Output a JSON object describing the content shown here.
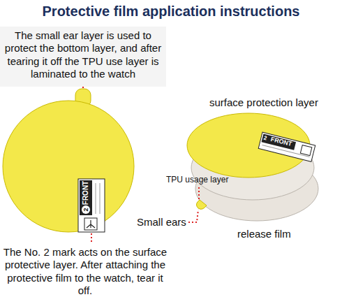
{
  "diagram": {
    "title": "Protective film application instructions",
    "labels": [
      "The small ear layer is used to protect the bottom layer, and after tearing it off the TPU use layer is laminated to the watch",
      "The No. 2 mark acts on the surface protective layer. After attaching the protective film to the watch, tear it off.",
      "surface protection layer",
      "TPU usage layer",
      "Small ears",
      "release film",
      "FRONT",
      "2",
      "FRONT",
      "2"
    ]
  }
}
